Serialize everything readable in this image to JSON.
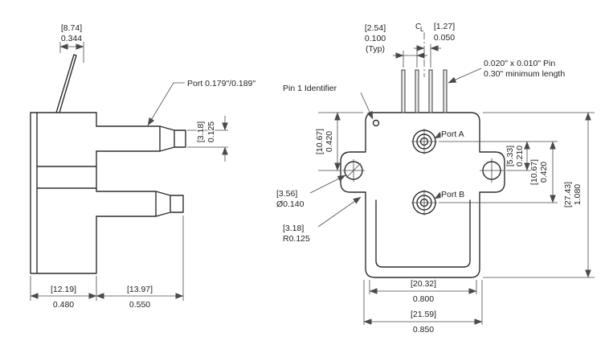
{
  "side_view": {
    "pin_length": {
      "mm": "[8.74]",
      "inch": "0.344"
    },
    "port_note": "Port 0.179\"/0.189\"",
    "port_tip_od": {
      "mm": "[3.18]",
      "inch": "0.125"
    },
    "body_width": {
      "mm": "[12.19]",
      "inch": "0.480"
    },
    "port_length": {
      "mm": "[13.97]",
      "inch": "0.550"
    }
  },
  "front_view": {
    "pin_pitch": {
      "mm": "[2.54]",
      "inch": "0.100",
      "qualifier": "(Typ)"
    },
    "centerline": {
      "c": "C",
      "l": "L"
    },
    "cl_to_pin": {
      "mm": "[1.27]",
      "inch": "0.050"
    },
    "pin_note_line1": "0.020\" x 0.010\" Pin",
    "pin_note_line2": "0.30\" minimum length",
    "pin1_label": "Pin 1 Identifier",
    "port_a_label": "Port A",
    "port_b_label": "Port B",
    "top_to_hole": {
      "mm": "[10.67]",
      "inch": "0.420"
    },
    "port_a_to_hole": {
      "mm": "[5.33]",
      "inch": "0.210"
    },
    "port_a_to_port_b": {
      "mm": "[10.67]",
      "inch": "0.420"
    },
    "body_height": {
      "mm": "[27.43]",
      "inch": "1.080"
    },
    "hole_diameter": {
      "mm": "[3.56]",
      "inch": "Ø0.140"
    },
    "fillet_radius": {
      "mm": "[3.18]",
      "inch": "R0.125"
    },
    "inner_width": {
      "mm": "[20.32]",
      "inch": "0.800"
    },
    "outer_width": {
      "mm": "[21.59]",
      "inch": "0.850"
    }
  }
}
